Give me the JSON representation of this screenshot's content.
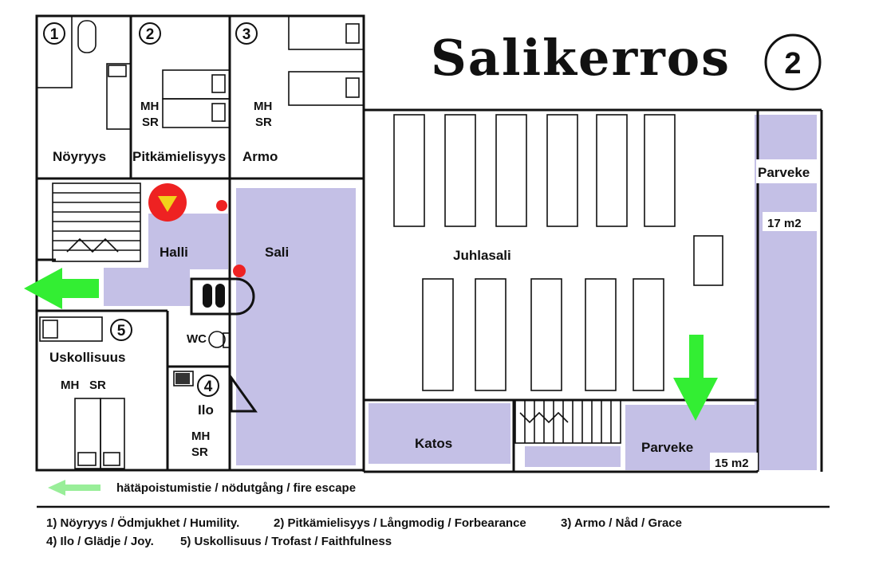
{
  "title": "Salikerros",
  "floor_number": "2",
  "rooms": {
    "r1_num": "1",
    "r1_name": "Nöyryys",
    "r2_num": "2",
    "r2_name": "Pitkämielisyys",
    "r3_num": "3",
    "r3_name": "Armo",
    "r4_num": "4",
    "r4_name": "Ilo",
    "r5_num": "5",
    "r5_name": "Uskollisuus",
    "halli": "Halli",
    "sali": "Sali",
    "juhlasali": "Juhlasali",
    "katos": "Katos",
    "wc": "WC",
    "parveke_right": "Parveke",
    "parveke_right_area": "17 m2",
    "parveke_bottom": "Parveke",
    "parveke_bottom_area": "15 m2"
  },
  "bed_codes": {
    "r2_mh": "MH",
    "r2_sr": "SR",
    "r3_mh": "MH",
    "r3_sr": "SR",
    "r5_mh": "MH",
    "r5_sr": "SR",
    "r4_mh": "MH",
    "r4_sr": "SR"
  },
  "fire_escape_legend": "hätäpoistumistie / nödutgång / fire escape",
  "legend_line1": {
    "a": "1) Nöyryys / Ödmjukhet / Humility.",
    "b": "2) Pitkämielisyys / Långmodig / Forbearance",
    "c": "3) Armo / Nåd / Grace"
  },
  "legend_line2": {
    "a": "4) Ilo / Glädje / Joy.",
    "b": "5) Uskollisuus / Trofast  / Faithfulness"
  },
  "colors": {
    "lilac": "#c4c0e6",
    "arrow_green": "#33ee33",
    "legend_arrow_green": "#99ee99",
    "marker_red": "#ee2222",
    "marker_yellow": "#f2d21a"
  }
}
